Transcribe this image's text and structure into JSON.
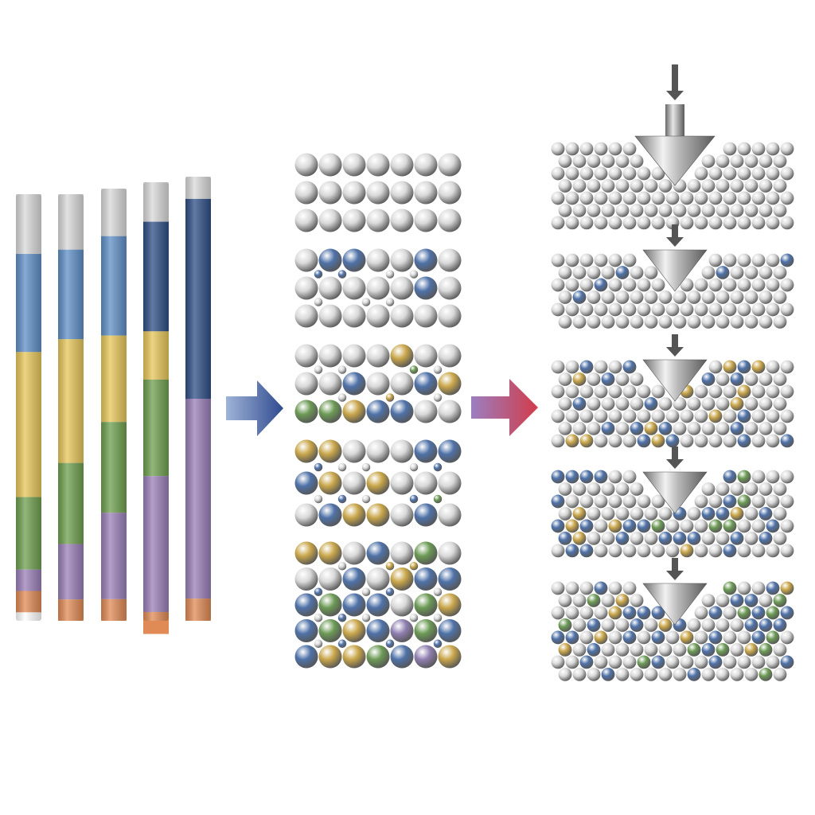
{
  "colors": {
    "background": "#ffffff",
    "gray": "#d9d9d9",
    "light_blue": "#5f8fc6",
    "yellow": "#e6c65a",
    "green": "#6f9f4f",
    "purple": "#9a7fb8",
    "dark_blue": "#2f4f86",
    "orange": "#e08a55",
    "gold_atom": "#c9a64a",
    "blue_atom": "#4f72a8",
    "green_atom": "#6c9a55",
    "violet_atom": "#8f7fb0",
    "indenter": "#a9a9a9",
    "arrow1_start": "#9fb4d8",
    "arrow1_end": "#2f4a8f",
    "arrow2_start": "#9b7fc0",
    "arrow2_end": "#d13c4a"
  },
  "composition_bars": [
    {
      "segments": [
        {
          "color": "gray",
          "frac": 0.14
        },
        {
          "color": "light_blue",
          "frac": 0.23
        },
        {
          "color": "yellow",
          "frac": 0.34
        },
        {
          "color": "green",
          "frac": 0.17
        },
        {
          "color": "purple",
          "frac": 0.05
        },
        {
          "color": "orange",
          "frac": 0.05
        }
      ]
    },
    {
      "segments": [
        {
          "color": "gray",
          "frac": 0.13
        },
        {
          "color": "light_blue",
          "frac": 0.21
        },
        {
          "color": "yellow",
          "frac": 0.29
        },
        {
          "color": "green",
          "frac": 0.19
        },
        {
          "color": "purple",
          "frac": 0.13
        },
        {
          "color": "orange",
          "frac": 0.05
        }
      ]
    },
    {
      "segments": [
        {
          "color": "gray",
          "frac": 0.11
        },
        {
          "color": "light_blue",
          "frac": 0.23
        },
        {
          "color": "yellow",
          "frac": 0.2
        },
        {
          "color": "green",
          "frac": 0.21
        },
        {
          "color": "purple",
          "frac": 0.2
        },
        {
          "color": "orange",
          "frac": 0.05
        }
      ]
    },
    {
      "segments": [
        {
          "color": "gray",
          "frac": 0.09
        },
        {
          "color": "dark_blue",
          "frac": 0.25
        },
        {
          "color": "yellow",
          "frac": 0.11
        },
        {
          "color": "green",
          "frac": 0.22
        },
        {
          "color": "purple",
          "frac": 0.31
        },
        {
          "color": "orange",
          "frac": 0.05
        }
      ]
    },
    {
      "segments": [
        {
          "color": "gray",
          "frac": 0.05
        },
        {
          "color": "dark_blue",
          "frac": 0.45
        },
        {
          "color": "purple",
          "frac": 0.45
        },
        {
          "color": "orange",
          "frac": 0.05
        }
      ]
    }
  ],
  "lattices": [
    {
      "mix": {
        "gray": 1.0
      }
    },
    {
      "mix": {
        "gray": 0.8,
        "blue_atom": 0.2
      }
    },
    {
      "mix": {
        "gray": 0.6,
        "blue_atom": 0.2,
        "gold_atom": 0.1,
        "green_atom": 0.1
      }
    },
    {
      "mix": {
        "gray": 0.45,
        "blue_atom": 0.3,
        "gold_atom": 0.15,
        "green_atom": 0.1
      }
    },
    {
      "mix": {
        "gray": 0.3,
        "blue_atom": 0.3,
        "gold_atom": 0.25,
        "green_atom": 0.1,
        "violet_atom": 0.05
      }
    }
  ],
  "indentation_blocks": [
    {
      "mix": {
        "gray": 1.0
      }
    },
    {
      "mix": {
        "gray": 0.9,
        "blue_atom": 0.1
      }
    },
    {
      "mix": {
        "gray": 0.75,
        "blue_atom": 0.15,
        "gold_atom": 0.1
      }
    },
    {
      "mix": {
        "gray": 0.65,
        "blue_atom": 0.2,
        "gold_atom": 0.1,
        "green_atom": 0.05
      }
    },
    {
      "mix": {
        "gray": 0.55,
        "blue_atom": 0.25,
        "gold_atom": 0.12,
        "green_atom": 0.08
      }
    }
  ]
}
